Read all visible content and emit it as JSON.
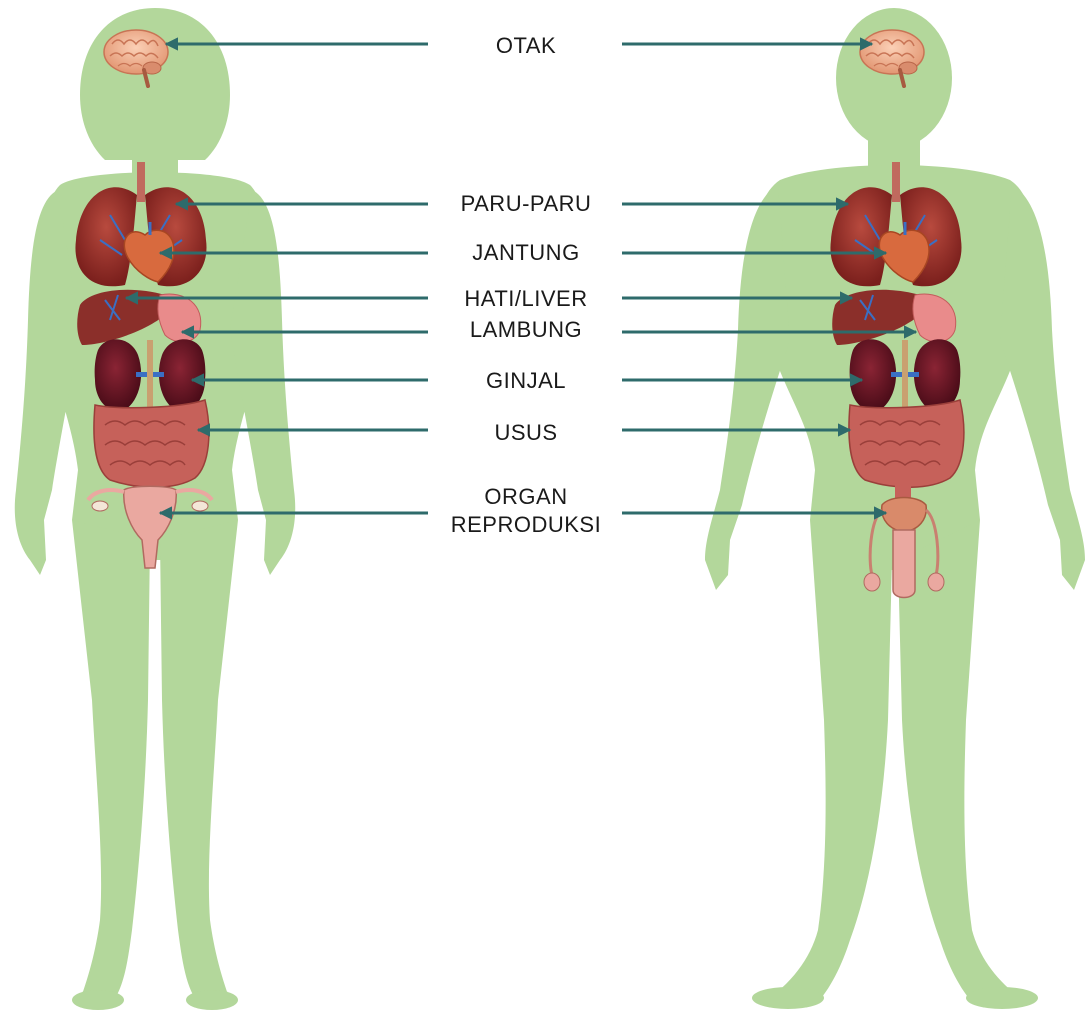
{
  "colors": {
    "body_silhouette": "#b3d79b",
    "arrow": "#2e6b6b",
    "label_text": "#1a1a1a",
    "background": "#ffffff"
  },
  "figures": {
    "female": {
      "name": "female-body"
    },
    "male": {
      "name": "male-body"
    }
  },
  "labels": [
    {
      "id": "otak",
      "lines": [
        "OTAK"
      ]
    },
    {
      "id": "paru",
      "lines": [
        "PARU-PARU"
      ]
    },
    {
      "id": "jantung",
      "lines": [
        "JANTUNG"
      ]
    },
    {
      "id": "hati",
      "lines": [
        "HATI/LIVER"
      ]
    },
    {
      "id": "lambung",
      "lines": [
        "LAMBUNG"
      ]
    },
    {
      "id": "ginjal",
      "lines": [
        "GINJAL"
      ]
    },
    {
      "id": "usus",
      "lines": [
        "USUS"
      ]
    },
    {
      "id": "organ",
      "lines": [
        "ORGAN",
        "REPRODUKSI"
      ]
    }
  ]
}
